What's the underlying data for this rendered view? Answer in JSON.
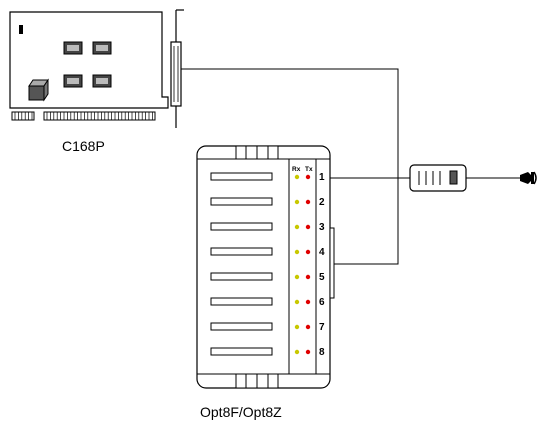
{
  "card": {
    "label": "C168P"
  },
  "box": {
    "label": "Opt8F/Opt8Z",
    "rx_label": "Rx",
    "tx_label": "Tx",
    "ports": [
      "1",
      "2",
      "3",
      "4",
      "5",
      "6",
      "7",
      "8"
    ]
  },
  "colors": {
    "rx_led": "#c8c800",
    "tx_led": "#e00000",
    "chip": "#444444",
    "line": "#000000"
  }
}
